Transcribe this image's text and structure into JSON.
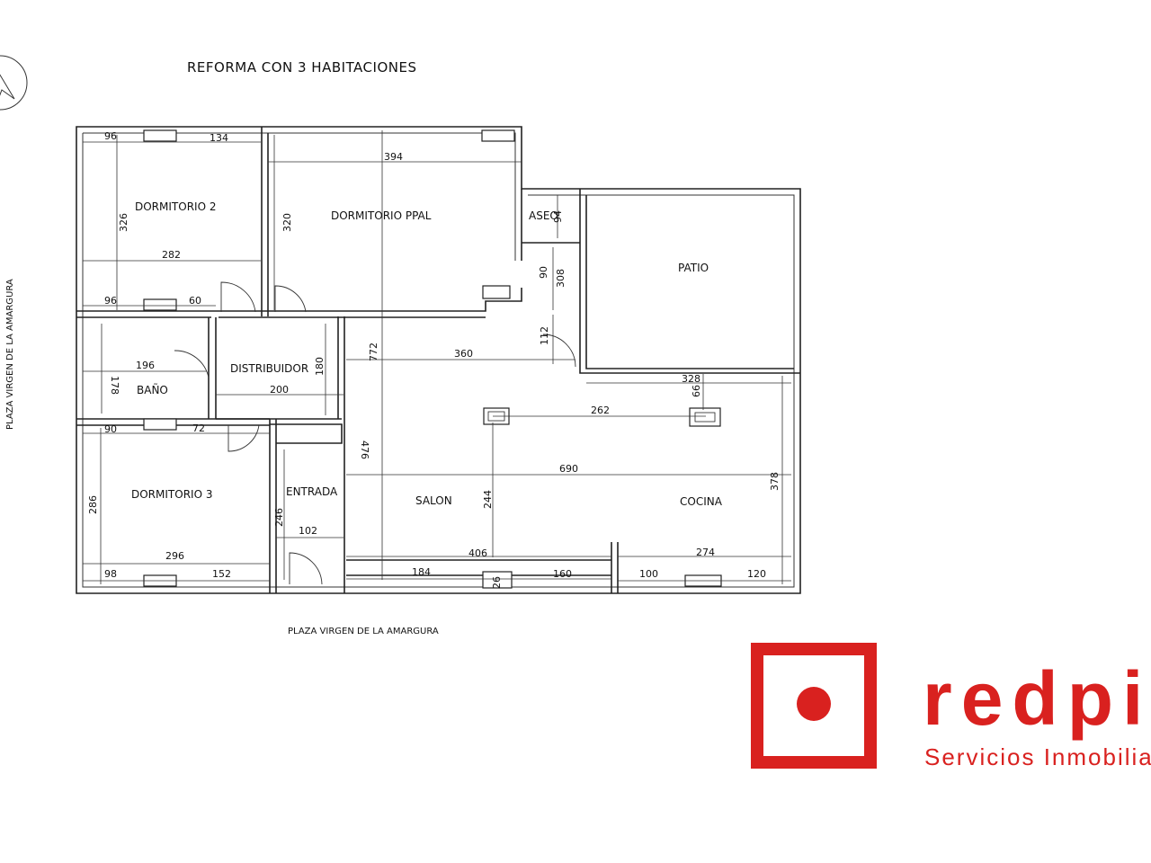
{
  "title": "REFORMA CON 3 HABITACIONES",
  "street_label": "PLAZA VIRGEN DE LA AMARGURA",
  "street_label_side": "PLAZA VIRGEN DE LA AMARGURA",
  "rooms": {
    "dormitorio2": "DORMITORIO 2",
    "dormitorio_ppal": "DORMITORIO PPAL",
    "aseo": "ASEO",
    "patio": "PATIO",
    "bano": "BAÑO",
    "distribuidor": "DISTRIBUIDOR",
    "dormitorio3": "DORMITORIO 3",
    "entrada": "ENTRADA",
    "salon": "SALON",
    "cocina": "COCINA"
  },
  "dimensions": {
    "d96a": "96",
    "d134": "134",
    "d394": "394",
    "d326": "326",
    "d320": "320",
    "d282": "282",
    "d96b": "96",
    "d60": "60",
    "d94": "94",
    "d90a": "90",
    "d308": "308",
    "d112": "112",
    "d360": "360",
    "d772": "772",
    "d196": "196",
    "d178": "178",
    "d180": "180",
    "d200": "200",
    "d328": "328",
    "d66": "66",
    "d262": "262",
    "d90b": "90",
    "d72": "72",
    "d476": "476",
    "d690": "690",
    "d286": "286",
    "d246": "246",
    "d102": "102",
    "d244": "244",
    "d378": "378",
    "d296": "296",
    "d406": "406",
    "d274": "274",
    "d98": "98",
    "d152": "152",
    "d184": "184",
    "d26": "26",
    "d160": "160",
    "d100": "100",
    "d120": "120"
  },
  "logo": {
    "brand": "redpis",
    "tagline": "Servicios Inmobilia",
    "color": "#d9211f"
  }
}
